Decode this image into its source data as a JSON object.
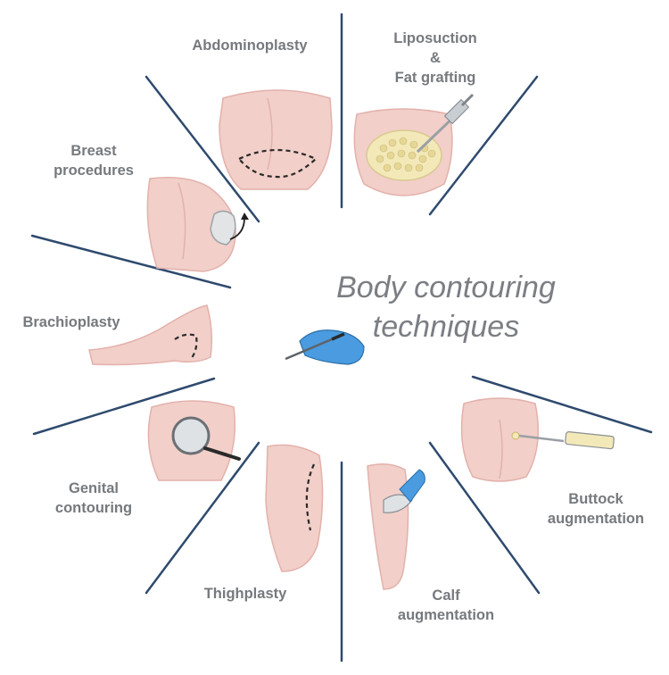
{
  "title": {
    "line1": "Body contouring",
    "line2": "techniques"
  },
  "procedures": [
    {
      "id": "abdominoplasty",
      "lines": [
        "Abdominoplasty"
      ]
    },
    {
      "id": "liposuction",
      "lines": [
        "Liposuction",
        "&",
        "Fat grafting"
      ]
    },
    {
      "id": "breast",
      "lines": [
        "Breast",
        "procedures"
      ]
    },
    {
      "id": "brachioplasty",
      "lines": [
        "Brachioplasty"
      ]
    },
    {
      "id": "genital",
      "lines": [
        "Genital",
        "contouring"
      ]
    },
    {
      "id": "thighplasty",
      "lines": [
        "Thighplasty"
      ]
    },
    {
      "id": "calf",
      "lines": [
        "Calf",
        "augmentation"
      ]
    },
    {
      "id": "buttock",
      "lines": [
        "Buttock",
        "augmentation"
      ]
    }
  ],
  "colors": {
    "divider": "#2f4a6e",
    "skin": "#f2cfc9",
    "skin_shadow": "#e3b1ab",
    "label": "#76797d",
    "glove": "#4a9be0",
    "fat": "#f3e9b8"
  }
}
